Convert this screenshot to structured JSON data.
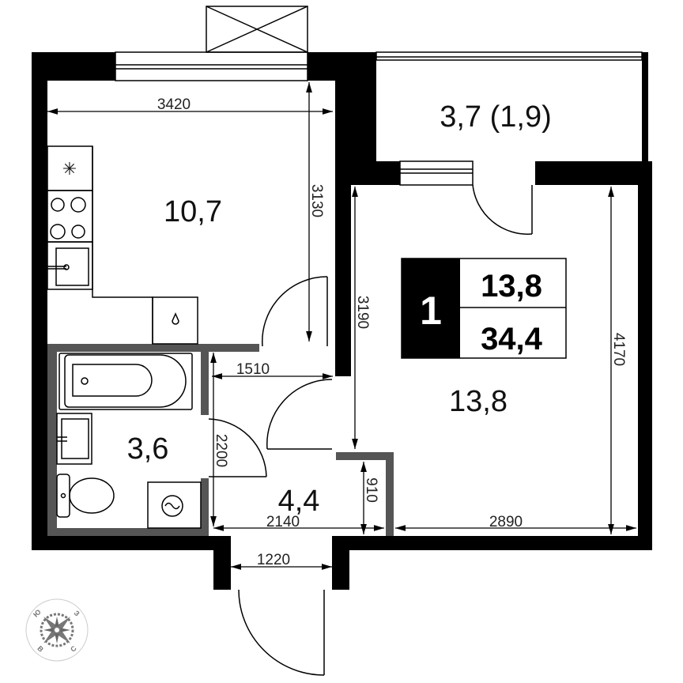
{
  "plan": {
    "type": "apartment-floor-plan",
    "rooms_count": "1",
    "living_area": "13,8",
    "total_area": "34,4",
    "rooms": {
      "kitchen": {
        "area": "10,7"
      },
      "balcony": {
        "area": "3,7 (1,9)"
      },
      "living_room": {
        "area": "13,8"
      },
      "bathroom": {
        "area": "3,6"
      },
      "hallway": {
        "area": "4,4"
      }
    },
    "dimensions": {
      "kitchen_width": "3420",
      "kitchen_length": "3130",
      "room_length_left": "3190",
      "room_length_right": "4170",
      "room_width": "2890",
      "hall_width_top": "1510",
      "hall_width_bottom": "2140",
      "hall_length": "2200",
      "niche_depth": "910",
      "entrance_width": "1220"
    },
    "compass": {
      "north": "С",
      "south": "Ю",
      "east": "В",
      "west": "З"
    },
    "colors": {
      "wall": "#000000",
      "partition": "#555555",
      "compass": "#777777"
    }
  }
}
